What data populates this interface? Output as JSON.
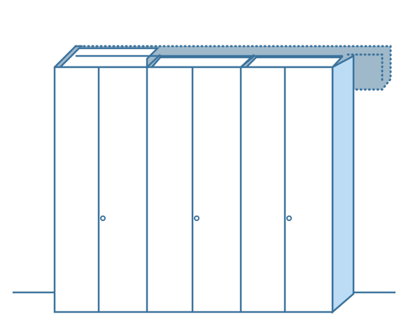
{
  "diagram": {
    "subject": "wardrobe-cabinet-with-ceiling-extension",
    "panel_count": 6,
    "knob_count": 3,
    "colors": {
      "outline": "#3b729c",
      "extension_fill": "#9fb9cb",
      "side_fill": "#bcdcf5",
      "front_fill": "#ffffff",
      "background": "#ffffff"
    }
  }
}
